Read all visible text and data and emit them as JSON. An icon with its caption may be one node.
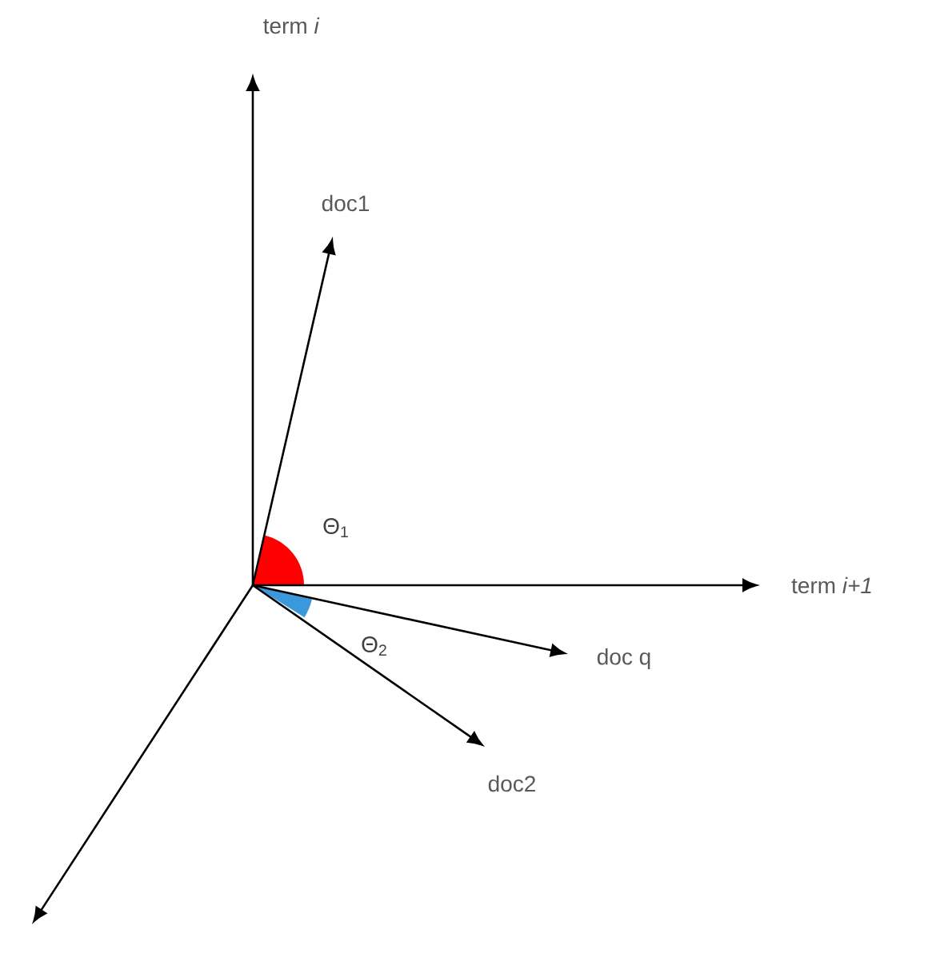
{
  "diagram": {
    "nodes": [
      {
        "text": [
          "term *i*"
        ]
      },
      {
        "text": [
          "doc1"
        ]
      },
      {
        "text": [
          "term *i+1*"
        ]
      },
      {
        "text": [
          "doc q"
        ]
      },
      {
        "text": [
          "doc2"
        ]
      }
    ],
    "edges": [
      {
        "from": null,
        "to": 0,
        "arrow": "to"
      },
      {
        "from": null,
        "to": 1,
        "arrow": "to"
      },
      {
        "from": null,
        "to": 2,
        "arrow": "to"
      },
      {
        "from": null,
        "to": 3,
        "arrow": "to"
      },
      {
        "from": null,
        "to": 4,
        "arrow": "to"
      }
    ],
    "labels": [
      "Θ$_{1}$",
      "Θ$_{2}$"
    ]
  }
}
